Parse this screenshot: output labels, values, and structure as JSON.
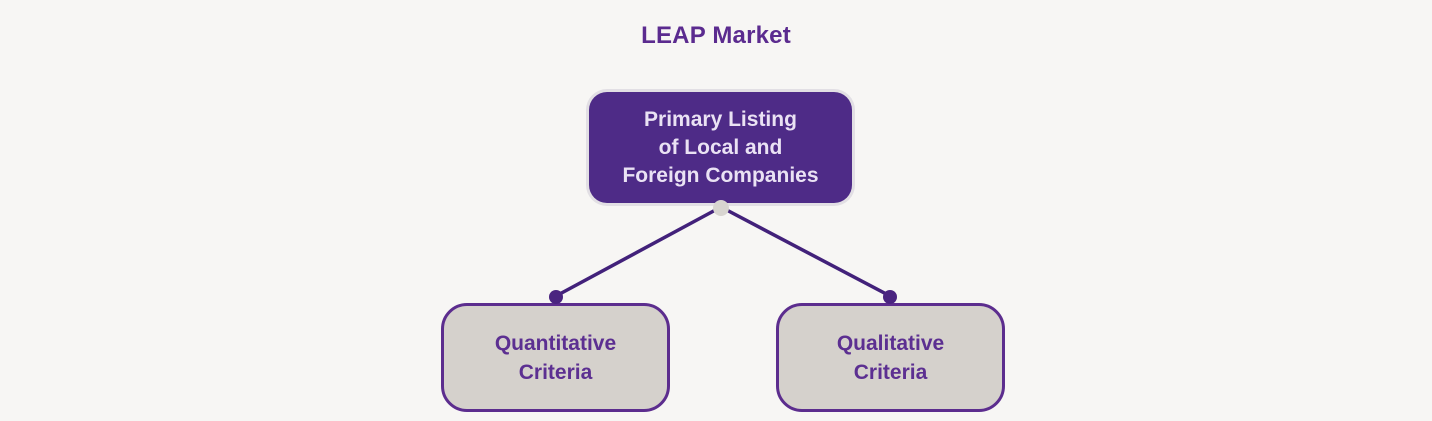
{
  "page": {
    "title": "LEAP Market"
  },
  "diagram": {
    "root": {
      "name": "primary-listing-node",
      "lines": [
        "Primary Listing",
        "of Local and",
        "Foreign Companies"
      ]
    },
    "left": {
      "name": "quantitative-criteria-node",
      "lines": [
        "Quantitative",
        "Criteria"
      ]
    },
    "right": {
      "name": "qualitative-criteria-node",
      "lines": [
        "Qualitative",
        "Criteria"
      ]
    }
  },
  "colors": {
    "background": "#f7f6f4",
    "title_text": "#5b2b8f",
    "root_node_fill": "#4e2b87",
    "root_node_halo": "#e2dfe4",
    "root_node_text": "#eae2f4",
    "child_node_fill": "#d5d1cc",
    "child_node_border": "#5c2d8e",
    "child_node_text": "#5c2f91",
    "connector_line": "#42217a",
    "connector_endpoint_dot": "#4a2480",
    "junction_dot": "#d8d5d0"
  }
}
